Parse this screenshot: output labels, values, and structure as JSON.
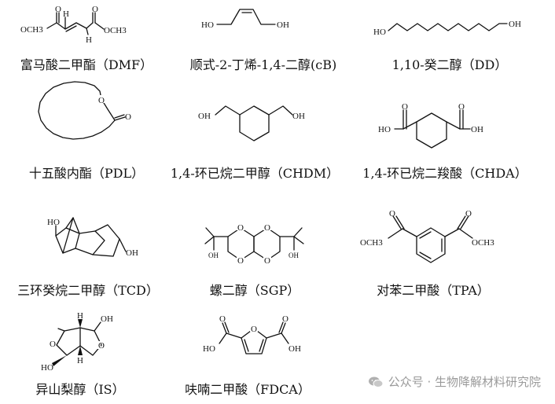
{
  "compounds": [
    {
      "id": "dmf",
      "caption": "富马酸二甲酯（DMF）",
      "atoms": [
        "O",
        "O",
        "OCH3",
        "OCH3",
        "H",
        "H"
      ]
    },
    {
      "id": "cb",
      "caption": "顺式-2-丁烯-1,4-二醇(cB)",
      "atoms": [
        "HO",
        "OH"
      ]
    },
    {
      "id": "dd",
      "caption": "1,10-癸二醇（DD）",
      "atoms": [
        "HO",
        "OH"
      ]
    },
    {
      "id": "pdl",
      "caption": "十五酸内酯（PDL）",
      "atoms": [
        "O",
        "O"
      ]
    },
    {
      "id": "chdm",
      "caption": "1,4-环已烷二甲醇（CHDM）",
      "atoms": [
        "OH",
        "OH"
      ]
    },
    {
      "id": "chda",
      "caption": "1,4-环已烷二羧酸（CHDA）",
      "atoms": [
        "O",
        "O",
        "HO",
        "OH"
      ]
    },
    {
      "id": "tcd",
      "caption": "三环癸烷二甲醇（TCD）",
      "atoms": [
        "HO",
        "OH"
      ]
    },
    {
      "id": "sgp",
      "caption": "螺二醇（SGP）",
      "atoms": [
        "O",
        "O",
        "O",
        "O",
        "OH",
        "OH"
      ]
    },
    {
      "id": "tpa",
      "caption": "对苯二甲酸（TPA）",
      "atoms": [
        "O",
        "O",
        "OCH3",
        "OCH3"
      ]
    },
    {
      "id": "is",
      "caption": "异山梨醇（IS）",
      "atoms": [
        "OH",
        "HO",
        "H",
        "H",
        "O",
        "O"
      ]
    },
    {
      "id": "fdca",
      "caption": "呋喃二甲酸（FDCA）",
      "atoms": [
        "O",
        "O",
        "O",
        "HO",
        "OH"
      ]
    }
  ],
  "watermark": {
    "text": "公众号 · 生物降解材料研究院",
    "logo_icon": "wechat-logo-icon"
  }
}
